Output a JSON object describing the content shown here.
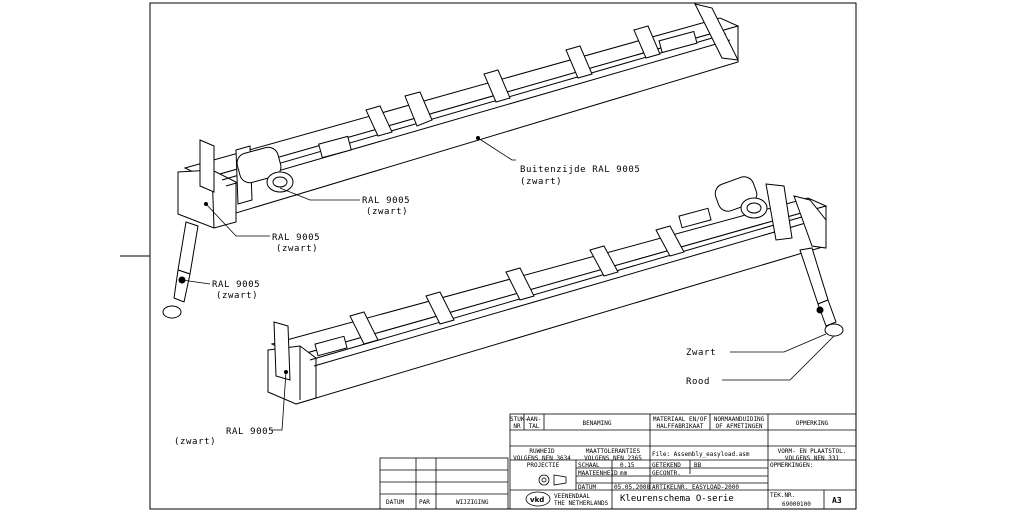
{
  "callouts": {
    "buitenzijde": "Buitenzijde RAL 9005",
    "buitenzijde_sub": "(zwart)",
    "ral1": "RAL 9005",
    "ral1_sub": "(zwart)",
    "ral2": "RAL 9005",
    "ral2_sub": "(zwart)",
    "ral3": "RAL 9005",
    "ral3_sub": "(zwart)",
    "ral4": "RAL 9005",
    "ral4_sub": "(zwart)",
    "zwart": "Zwart",
    "rood": "Rood"
  },
  "title_block": {
    "h_stuk": "STUK-\nNR",
    "h_aantal": "AAN-\nTAL",
    "h_benaming": "BENAMING",
    "h_materiaal": "MATERIAAL EN/OF\nHALFFABRIKAAT",
    "h_norm": "NORMAANDUIDING\nOF AFMETINGEN",
    "h_opmerking": "OPMERKING",
    "ruwheid": "RUWHEID\nVOLGENS NEN 3634",
    "maattoleranties": "MAATTOLERANTIES\nVOLGENS NEN 2365",
    "file": "File: Assembly_easyload.asm",
    "vorm": "VORM- EN PLAATSTOL.\nVOLGENS NEN 331",
    "projectie": "PROJECTIE",
    "schaal_label": "SCHAAL",
    "schaal_value": "0.15",
    "getekend_label": "GETEKEND",
    "getekend_value": "BB",
    "opmerkingen": "OPMERKINGEN:",
    "maateenheid_label": "MAATEENHEID",
    "maateenheid_value": "mm",
    "gecontr": "GECONTR.",
    "datum_label": "DATUM",
    "datum_value": "05.05.2008",
    "artikelnr_label": "ARTIKELNR.",
    "artikelnr_value": "EASYLOAD-2000",
    "company_line1": "VEENENDAAL",
    "company_line2": "THE NETHERLANDS",
    "drawing_title": "Kleurenschema O-serie",
    "tek_nr_label": "TEK.NR.",
    "tek_nr_value": "69000100",
    "format": "A3",
    "rev_datum": "DATUM",
    "rev_par": "PAR",
    "rev_wijziging": "WIJZIGING"
  }
}
